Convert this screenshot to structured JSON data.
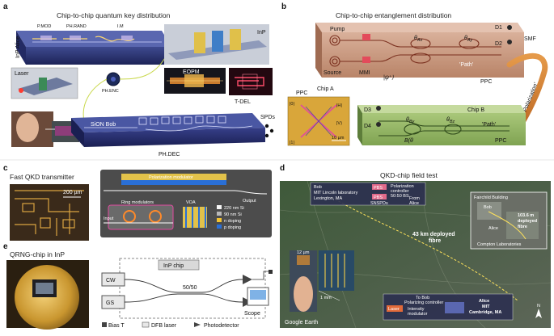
{
  "panel_a": {
    "letter": "a",
    "title": "Chip-to-chip quantum key distribution",
    "alice_label": "InP Alice",
    "pmod": "P.MOD",
    "phrand": "PH.RAND",
    "im": "I.M",
    "inp": "InP",
    "laser": "Laser",
    "phenc": "PH.ENC",
    "eopm": "EOPM",
    "tdel": "T-DEL",
    "sion_bob": "SiON Bob",
    "spds": "SPDs",
    "phdec": "PH.DEC"
  },
  "panel_b": {
    "letter": "b",
    "title": "Chip-to-chip entanglement distribution",
    "pump": "Pump",
    "source": "Source",
    "chip_a": "Chip A",
    "mmi": "MMI",
    "psi": "|ψ⁺⟩",
    "theta_ax": "θ",
    "theta_ax_sub": "Ax",
    "theta_ay": "θ",
    "theta_ay_sub": "Ay",
    "d1": "D1",
    "d2": "D2",
    "smf": "SMF",
    "path_top": "'Path'",
    "ppc_top": "PPC",
    "polarization": "'Polarization'",
    "ppc_inset": "PPC",
    "ket0": "|0⟩",
    "ket1": "|1⟩",
    "ketH": "|H⟩",
    "ketV": "|V⟩",
    "scale": "10 µm",
    "chip_b": "Chip B",
    "d3": "D3",
    "d4": "D4",
    "theta_by": "θ",
    "theta_by_sub": "By",
    "theta_bz": "θ",
    "theta_bz_sub": "Bz",
    "path_bot": "'Path'",
    "bell": "B(θ",
    "ppc_bot": "PPC"
  },
  "panel_c": {
    "letter": "c",
    "title": "Fast QKD transmitter",
    "scale": "200 µm",
    "pol_mod": "Polarization modulator",
    "output": "Output",
    "ring_mod": "Ring modulators",
    "input": "Input",
    "voa": "VOA",
    "legend": [
      {
        "label": "220 nm Si",
        "color": "#f5f5f5"
      },
      {
        "label": "90 nm Si",
        "color": "#b8b8b8"
      },
      {
        "label": "n doping",
        "color": "#f2c230"
      },
      {
        "label": "p doping",
        "color": "#2a6fd6"
      }
    ]
  },
  "panel_d": {
    "letter": "d",
    "title": "QKD-chip field test",
    "bob_lines": [
      "Bob",
      "MIT Lincoln laboratory",
      "Lexington, MA"
    ],
    "pbs1": "PBS",
    "pbs2": "PBS",
    "pol_ctrl": [
      "Polarization",
      "controller",
      "50:50 BS"
    ],
    "snspds": "SNSPDs",
    "from_alice": [
      "From",
      "Alice"
    ],
    "fibre": [
      "43 km deployed",
      "fibre"
    ],
    "fairchild": "Fairchild Building",
    "bob_small": "Bob",
    "alice_small": "Alice",
    "deployed": [
      "103.6 m",
      "deployed",
      "fibre"
    ],
    "compton": "Compton Laboratories",
    "chip_scale": "12 µm",
    "mm_scale": "1 mm",
    "to_bob": [
      "To Bob",
      "Polarizing controller"
    ],
    "laser": "Laser",
    "intensity": [
      "Intensity",
      "modulator"
    ],
    "alice_lines": [
      "Alice",
      "MIT",
      "Cambridge, MA"
    ],
    "google_earth": "Google Earth",
    "compass": "N"
  },
  "panel_e": {
    "letter": "e",
    "title": "QRNG-chip in InP",
    "chip_box": "InP chip",
    "cw": "CW",
    "gs": "GS",
    "splitter": "50/50",
    "scope": "Scope",
    "legend": [
      "Bias T",
      "DFB laser",
      "Photodetector"
    ]
  }
}
